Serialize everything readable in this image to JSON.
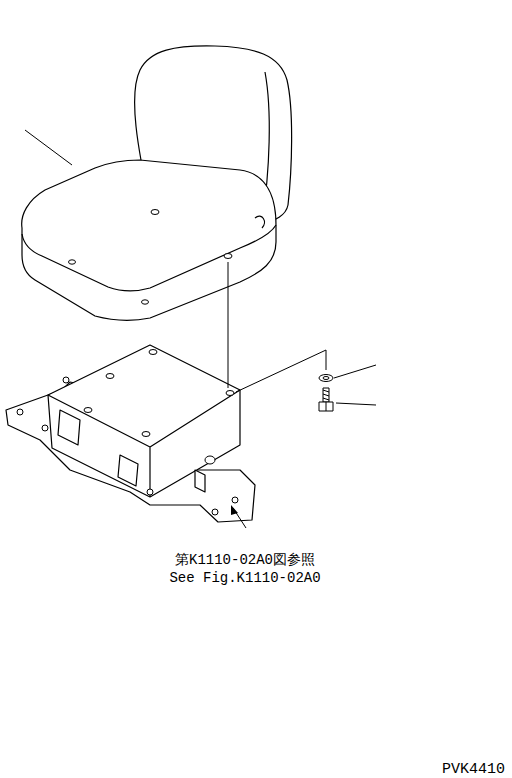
{
  "diagram": {
    "labels": [
      "第K1110-02A0図参照",
      "See Fig.K1110-02A0",
      "PVK4410"
    ]
  }
}
